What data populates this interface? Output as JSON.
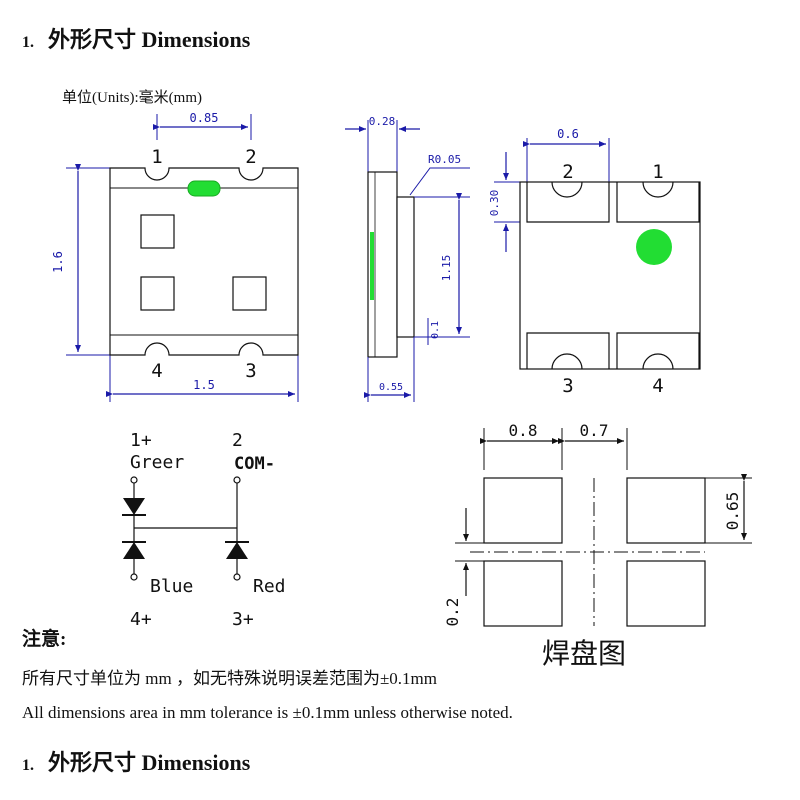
{
  "title": {
    "number": "1.",
    "text": "外形尺寸 Dimensions"
  },
  "units": "单位(Units):毫米(mm)",
  "top_view": {
    "dim_width_top": "0.85",
    "dim_height": "1.6",
    "dim_width_bottom": "1.5",
    "pins": [
      "1",
      "2",
      "4",
      "3"
    ]
  },
  "side_view": {
    "dim_top": "0.28",
    "dim_radius": "R0.05",
    "dim_height": "1.15",
    "dim_small": "0.1",
    "dim_bottom": "0.55"
  },
  "bottom_view": {
    "dim_top": "0.6",
    "dim_side": "0.30",
    "pins": [
      "2",
      "1",
      "3",
      "4"
    ],
    "marker_color": "#22dd33"
  },
  "schematic": {
    "pin1": "1+",
    "pin2": "2",
    "green_label": "Greer",
    "com_label": "COM-",
    "blue_label": "Blue",
    "red_label": "Red",
    "pin4": "4+",
    "pin3": "3+"
  },
  "solder_pad": {
    "dim_a": "0.8",
    "dim_b": "0.7",
    "dim_c": "0.65",
    "dim_d": "0.2",
    "label": "焊盘图"
  },
  "notes": {
    "heading": "注意:",
    "line_cn": "所有尺寸单位为 mm ，如无特殊说明误差范围为±0.1mm",
    "line_en": "All dimensions area in mm tolerance is ±0.1mm unless otherwise noted."
  },
  "footer_title": {
    "number": "1.",
    "text": "外形尺寸 Dimensions"
  },
  "colors": {
    "led_green": "#22dd33",
    "dim_blue": "#1a1aa8"
  }
}
